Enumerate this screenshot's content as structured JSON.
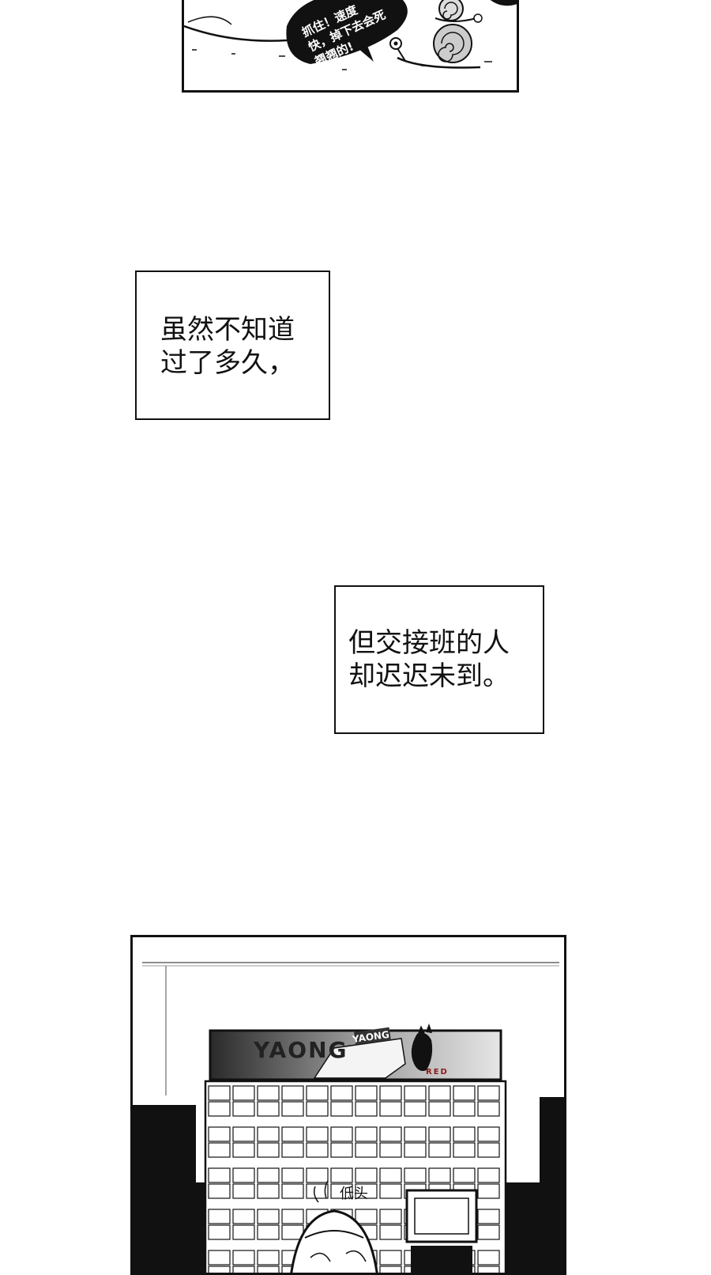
{
  "top_panel": {
    "speech_lines": [
      "抓住！速度",
      "快，掉下去会死",
      "翘翘的!"
    ]
  },
  "captions": [
    {
      "lines": [
        "虽然不知道",
        "过了多久，"
      ]
    },
    {
      "lines": [
        "但交接班的人",
        "却迟迟未到。"
      ]
    }
  ],
  "bottom_panel": {
    "sign_brand": "YAONG",
    "pack_brand": "YAONG",
    "pack_variant": "RED",
    "sound_effect": "低头"
  }
}
